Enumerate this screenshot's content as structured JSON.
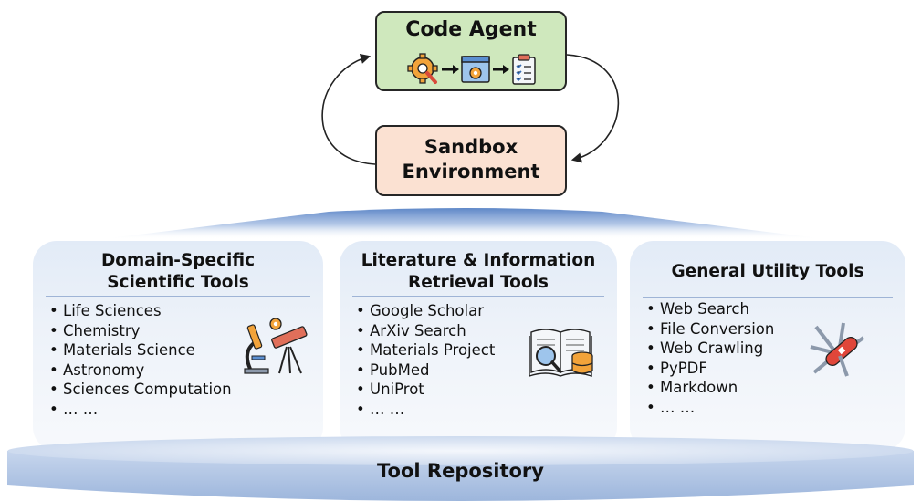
{
  "agent": {
    "title": "Code Agent"
  },
  "sandbox": {
    "title_line1": "Sandbox",
    "title_line2": "Environment"
  },
  "categories": [
    {
      "title_line1": "Domain-Specific",
      "title_line2": "Scientific Tools",
      "items": [
        "Life Sciences",
        "Chemistry",
        "Materials Science",
        "Astronomy",
        "Sciences Computation",
        "… …"
      ],
      "icon": "microscope-telescope-icon"
    },
    {
      "title_line1": "Literature & Information",
      "title_line2": "Retrieval Tools",
      "items": [
        "Google Scholar",
        "ArXiv Search",
        "Materials Project",
        "PubMed",
        "UniProt",
        "… …"
      ],
      "icon": "book-database-icon"
    },
    {
      "title_line1": "General Utility Tools",
      "items": [
        "Web Search",
        "File Conversion",
        "Web Crawling",
        "PyPDF",
        "Markdown",
        "… …"
      ],
      "icon": "swiss-army-knife-icon"
    }
  ],
  "repository": {
    "label": "Tool Repository"
  },
  "colors": {
    "agent_fill": "#cfe8bd",
    "sandbox_fill": "#fbe1d2",
    "card_fill": "#e2ebf7",
    "rule": "#9fb4d6",
    "repository_fill": "#aac1e2",
    "beam": "#6f95cf"
  }
}
